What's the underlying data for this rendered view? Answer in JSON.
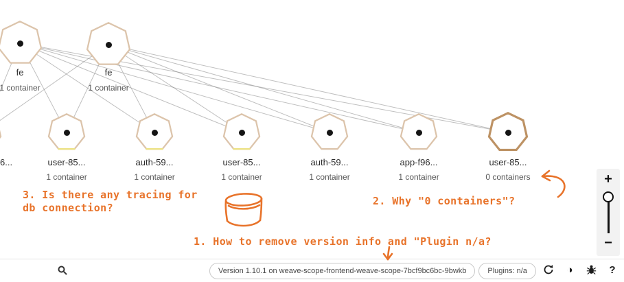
{
  "graph": {
    "top_nodes": [
      {
        "name": "fe",
        "sublabel": "1 container"
      },
      {
        "name": "fe",
        "sublabel": "1 container"
      }
    ],
    "bottom_nodes": [
      {
        "name": "user-85...",
        "sublabel": "1 container"
      },
      {
        "name": "auth-59...",
        "sublabel": "1 container"
      },
      {
        "name": "user-85...",
        "sublabel": "1 container"
      },
      {
        "name": "auth-59...",
        "sublabel": "1 container"
      },
      {
        "name": "app-f96...",
        "sublabel": "1 container"
      },
      {
        "name": "user-85...",
        "sublabel": "0 containers"
      }
    ],
    "clipped_node_label": "6..."
  },
  "annotations": {
    "color": "#e8732a",
    "note1": "1. How to remove version info and \"Plugin n/a?",
    "note2": "2. Why \"0 containers\"?",
    "note3_line1": "3. Is there any tracing for",
    "note3_line2": "db connection?"
  },
  "statusbar": {
    "version_text": "Version 1.10.1 on weave-scope-frontend-weave-scope-7bcf9bc6bc-9bwkb",
    "plugins_text": "Plugins: n/a",
    "icons": {
      "contrast": "◑",
      "help": "?"
    }
  },
  "zoom": {
    "zoom_in": "+",
    "zoom_out": "−"
  }
}
